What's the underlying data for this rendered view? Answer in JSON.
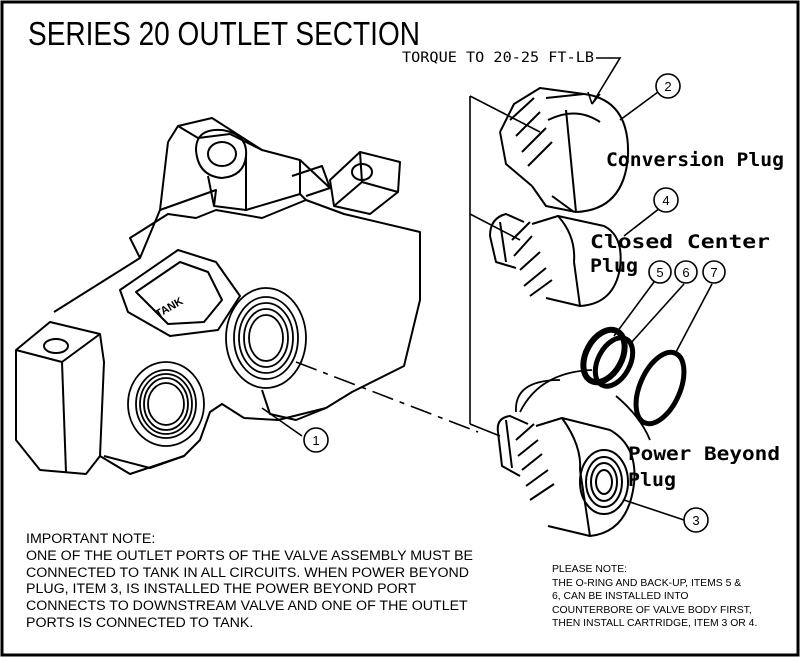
{
  "title": "SERIES 20 OUTLET SECTION",
  "torque_label": "TORQUE TO 20-25 FT-LB",
  "tank_label": "TANK",
  "callouts": [
    {
      "id": "1",
      "number": "1"
    },
    {
      "id": "2",
      "number": "2"
    },
    {
      "id": "3",
      "number": "3"
    },
    {
      "id": "4",
      "number": "4"
    },
    {
      "id": "5",
      "number": "5"
    },
    {
      "id": "6",
      "number": "6"
    },
    {
      "id": "7",
      "number": "7"
    }
  ],
  "parts": {
    "conversion_plug": "Conversion Plug",
    "closed_center_line1": "Closed Center",
    "closed_center_line2": "Plug",
    "power_beyond_line1": "Power Beyond",
    "power_beyond_line2": "Plug"
  },
  "important_note": {
    "heading": "IMPORTANT NOTE:",
    "lines": [
      "ONE OF THE OUTLET PORTS OF THE VALVE ASSEMBLY MUST BE",
      "CONNECTED TO TANK IN ALL CIRCUITS. WHEN POWER BEYOND",
      "PLUG, ITEM 3, IS INSTALLED THE POWER BEYOND PORT",
      "CONNECTS TO DOWNSTREAM VALVE AND ONE OF THE OUTLET",
      "PORTS IS CONNECTED TO TANK."
    ]
  },
  "please_note": {
    "heading": "PLEASE NOTE:",
    "lines": [
      "THE O-RING AND BACK-UP, ITEMS 5 &",
      "6, CAN BE INSTALLED INTO",
      "COUNTERBORE OF VALVE BODY FIRST,",
      "THEN INSTALL CARTRIDGE, ITEM 3 OR 4."
    ]
  }
}
